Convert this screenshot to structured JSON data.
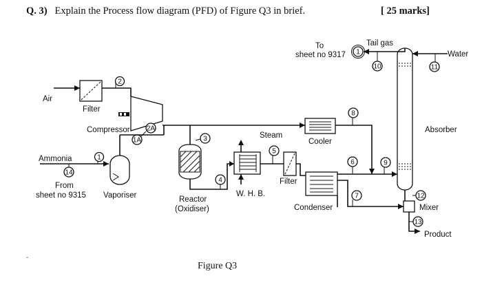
{
  "question": {
    "number": "Q. 3)",
    "text": "Explain the Process flow diagram (PFD) of Figure Q3 in brief.",
    "marks": "[ 25 marks]"
  },
  "bullet": "-",
  "figure_caption": "Figure Q3",
  "diagram": {
    "labels": {
      "air": "Air",
      "filter_1": "Filter",
      "compressor": "Compressor",
      "ammonia": "Ammonia",
      "from": "From",
      "from_sheet": "sheet no 9315",
      "vaporiser": "Vaporiser",
      "reactor": "Reactor",
      "oxidiser": "(Oxidiser)",
      "steam": "Steam",
      "whb": "W. H. B.",
      "filter_2": "Filter",
      "cooler": "Cooler",
      "condenser": "Condenser",
      "to": "To",
      "to_sheet": "sheet no 9317",
      "tail_gas": "Tail gas",
      "water": "Water",
      "absorber": "Absorber",
      "mixer": "Mixer",
      "product": "Product"
    },
    "stream_numbers": [
      "1",
      "1",
      "1A",
      "2",
      "2A",
      "3",
      "4",
      "5",
      "6",
      "7",
      "8",
      "9",
      "10",
      "11",
      "12",
      "13",
      "14"
    ]
  }
}
